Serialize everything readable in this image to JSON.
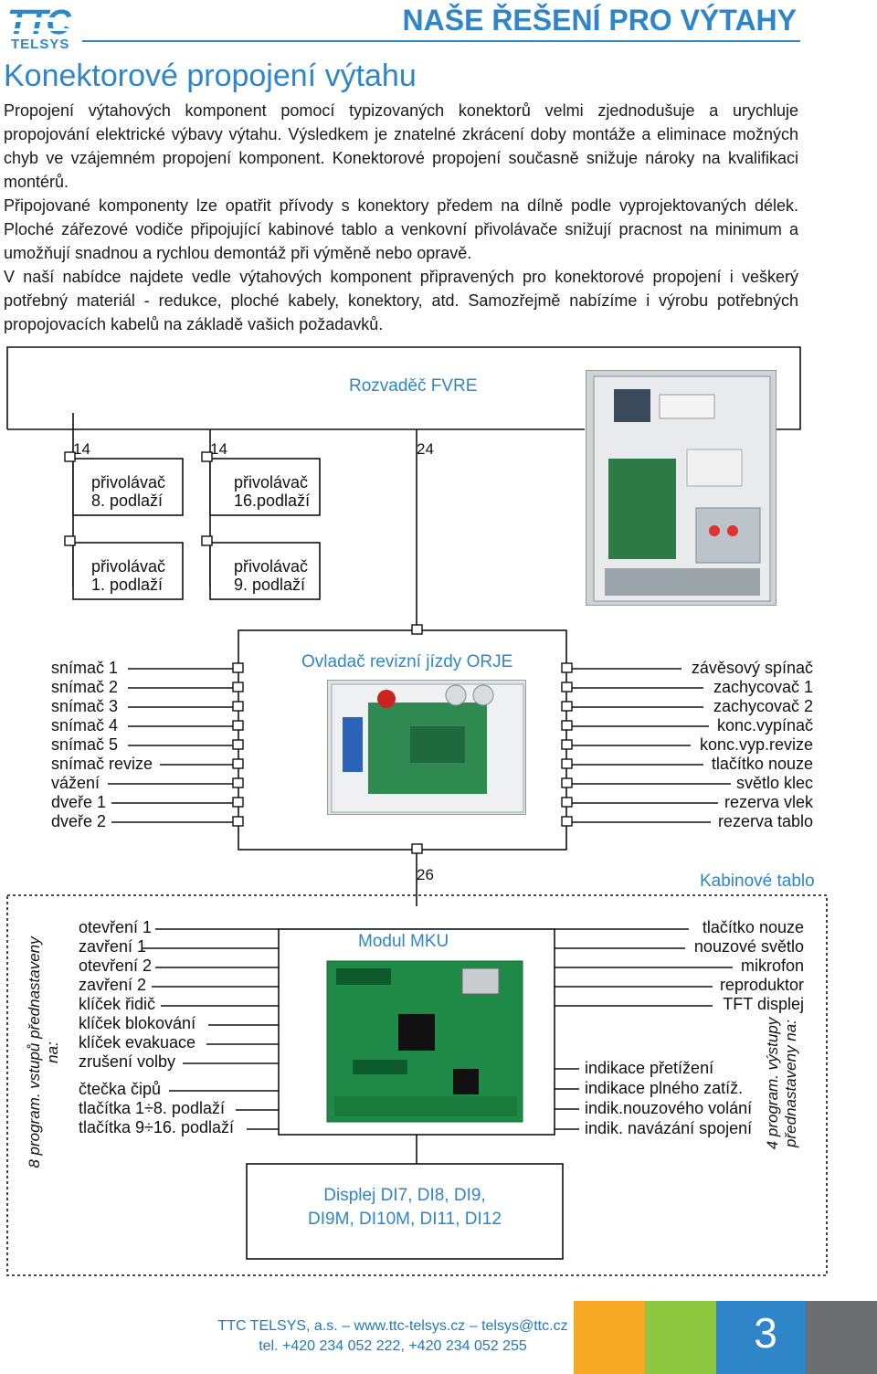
{
  "header": {
    "logo_top": "TTC",
    "logo_bottom": "TELSYS",
    "title": "NAŠE ŘEŠENÍ PRO VÝTAHY",
    "accent_color": "#2e86c8"
  },
  "heading": "Konektorové propojení výtahu",
  "paragraphs": {
    "p1": "Propojení výtahových komponent pomocí typizovaných konektorů velmi zjednodušuje a urychluje propojování elektrické výbavy výtahu. Výsledkem je znatelné zkrácení doby montáže a eliminace možných chyb ve vzájemném propojení komponent. Konektorové propojení současně snižuje nároky na kvalifikaci montérů.",
    "p2": "Připojované komponenty lze opatřit přívody s konektory předem na dílně podle vyprojektovaných délek. Ploché zářezové vodiče připojující kabinové tablo a venkovní přivolávače snižují pracnost na minimum a umožňují snadnou a rychlou demontáž při výměně nebo opravě.",
    "p3": "V naší nabídce najdete vedle výtahových komponent připravených pro konektorové propojení i veškerý potřebný materiál - redukce, ploché kabely, konektory, atd. Samozřejmě nabízíme i výrobu potřebných propojovacích kabelů na základě vašich požadavků."
  },
  "diagram": {
    "fvre_label": "Rozvaděč FVRE",
    "numbers": {
      "n14a": "14",
      "n14b": "14",
      "n24": "24",
      "n26": "26"
    },
    "call_buttons": {
      "b1": "přivolávač\n8. podlaží",
      "b2": "přivolávač\n16.podlaží",
      "b3": "přivolávač\n1. podlaží",
      "b4": "přivolávač\n9. podlaží"
    },
    "orje_label": "Ovladač revizní jízdy ORJE",
    "orje_left": [
      "snímač 1",
      "snímač 2",
      "snímač 3",
      "snímač 4",
      "snímač 5",
      "snímač revize",
      "vážení",
      "dveře 1",
      "dveře 2"
    ],
    "orje_right": [
      "závěsový spínač",
      "zachycovač 1",
      "zachycovač 2",
      "konc.vypínač",
      "konc.vyp.revize",
      "tlačítko nouze",
      "světlo klec",
      "rezerva vlek",
      "rezerva tablo"
    ],
    "tablo_label": "Kabinové tablo",
    "mku_label": "Modul MKU",
    "mku_left_rot": "8 program. vstupů přednastaveny na:",
    "mku_left": [
      "otevření 1",
      "zavření 1",
      "otevření 2",
      "zavření 2",
      "klíček řidič",
      "klíček blokování",
      "klíček evakuace",
      "zrušení volby"
    ],
    "mku_left2": [
      "čtečka čipů",
      "tlačítka 1÷8. podlaží",
      "tlačítka 9÷16. podlaží"
    ],
    "mku_right": [
      "tlačítko nouze",
      "nouzové světlo",
      "mikrofon",
      "reproduktor",
      "TFT displej"
    ],
    "mku_right2": [
      "indikace přetížení",
      "indikace plného zatíž.",
      "indik.nouzového volání",
      "indik. navázání spojení"
    ],
    "mku_right_rot": "4 program. výstupy přednastaveny na:",
    "display_label_1": "Displej DI7, DI8, DI9,",
    "display_label_2": "DI9M, DI10M, DI11, DI12"
  },
  "footer": {
    "line1": "TTC TELSYS, a.s. – www.ttc-telsys.cz – telsys@ttc.cz",
    "line2": "tel. +420 234 052 222, +420 234 052 255",
    "page_number": "3",
    "tile_colors": [
      "#f7a823",
      "#8dc63f",
      "#2e86c8",
      "#6d6e71"
    ]
  }
}
